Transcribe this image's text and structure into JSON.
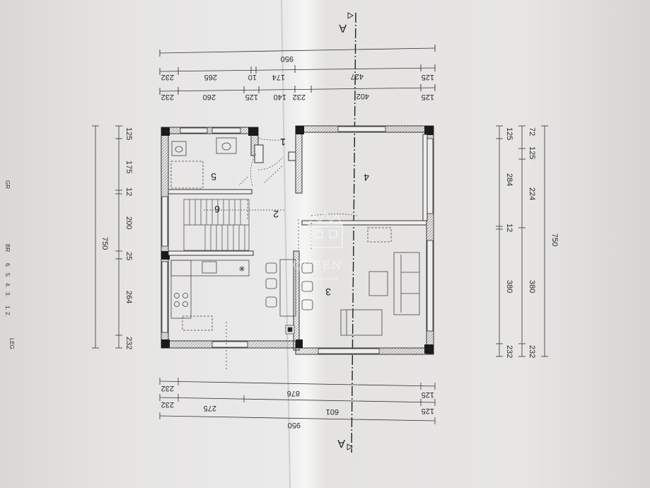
{
  "plan": {
    "section_marker": "A",
    "rooms": [
      "1",
      "2",
      "3",
      "4",
      "5",
      "6"
    ],
    "dims_top": {
      "overall": "950",
      "row2": [
        "232",
        "265",
        "10",
        "174",
        "427",
        "125"
      ],
      "row3": [
        "232",
        "260",
        "125",
        "140",
        "232",
        "402",
        "125"
      ]
    },
    "dims_bottom": {
      "row1": [
        "232",
        "876",
        "125"
      ],
      "row2": [
        "232",
        "275",
        "601",
        "125"
      ],
      "overall": "950"
    },
    "dims_left": {
      "segments": [
        "125",
        "175",
        "12",
        "200",
        "25",
        "264",
        "232"
      ],
      "overall": "750"
    },
    "dims_right": {
      "row1": [
        "125",
        "284",
        "12",
        "380",
        "232"
      ],
      "row2": [
        "72",
        "125",
        "224",
        "380",
        "232"
      ],
      "overall": "750"
    },
    "legend": {
      "title": "LEG",
      "lines": [
        "1. 2.",
        "3.",
        "4.",
        "5.",
        "6."
      ],
      "labels": [
        "BR",
        "GR"
      ]
    }
  },
  "watermark": {
    "name": "QUEEN",
    "tag": "REAL ESTATE"
  }
}
